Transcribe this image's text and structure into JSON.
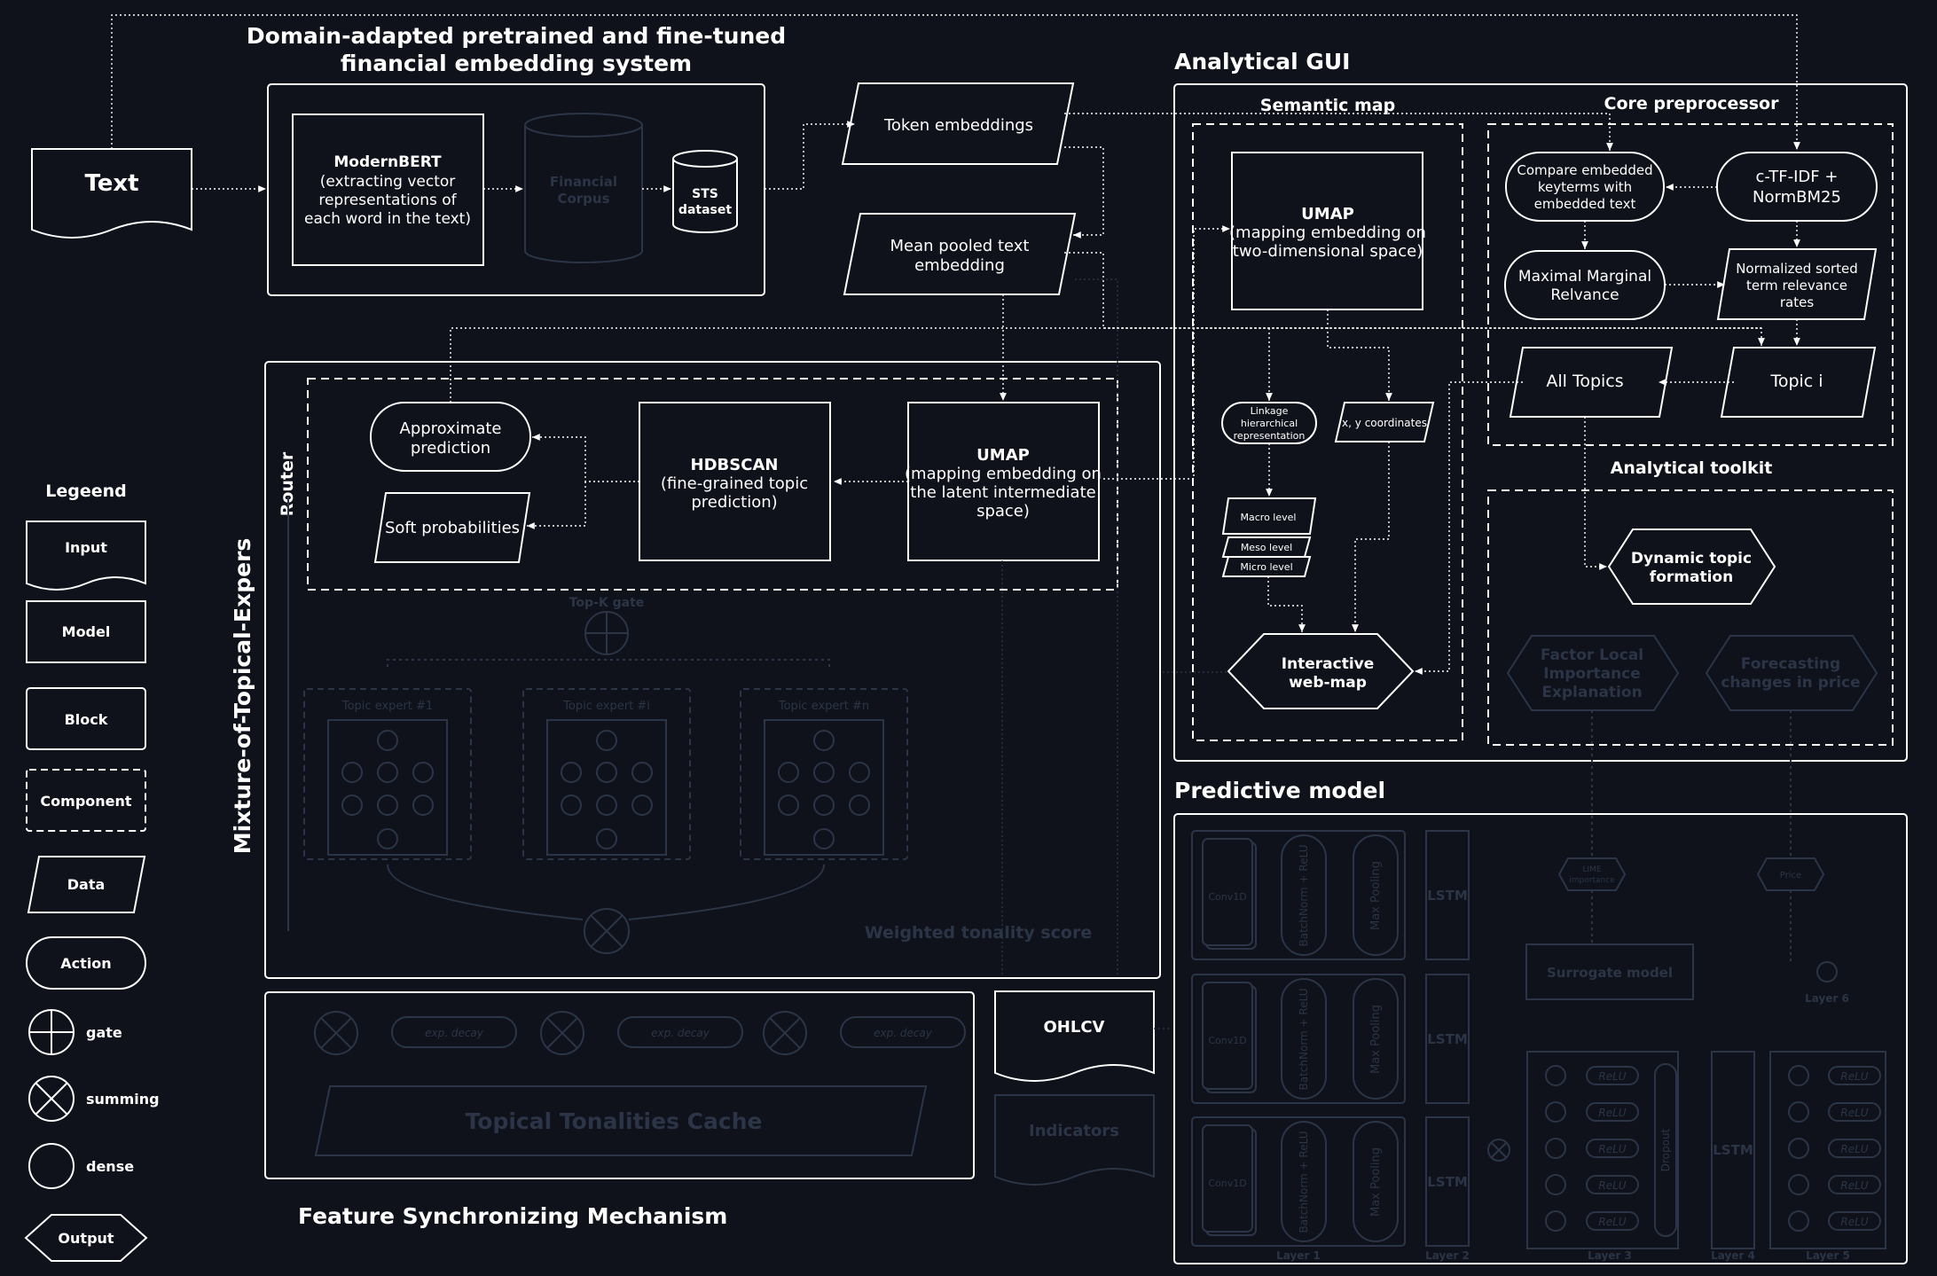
{
  "titles": {
    "embedding_system_line1": "Domain-adapted pretrained and fine-tuned",
    "embedding_system_line2": "financial embedding system",
    "analytical_gui": "Analytical GUI",
    "semantic_map": "Semantic map",
    "core_preprocessor": "Core preprocessor",
    "analytical_toolkit": "Analytical toolkit",
    "predictive_model": "Predictive model",
    "moe": "Mixture-of-Topical-Expers",
    "router": "Router",
    "feature_sync": "Feature Synchronizing Mechanism"
  },
  "nodes": {
    "text_input": "Text",
    "modernbert_title": "ModernBERT",
    "modernbert_l1": "(extracting vector",
    "modernbert_l2": "representations of",
    "modernbert_l3": "each word in the text)",
    "financial_corpus_l1": "Financial",
    "financial_corpus_l2": "Corpus",
    "sts_l1": "STS",
    "sts_l2": "dataset",
    "token_embeddings": "Token embeddings",
    "mean_pooled_l1": "Mean pooled text",
    "mean_pooled_l2": "embedding",
    "approx_pred_l1": "Approximate",
    "approx_pred_l2": "prediction",
    "soft_prob": "Soft probabilities",
    "hdbscan_title": "HDBSCAN",
    "hdbscan_l1": "(fine-grained topic",
    "hdbscan_l2": "prediction)",
    "umap_moe_title": "UMAP",
    "umap_moe_l1": "(mapping embedding on",
    "umap_moe_l2": "the latent intermediate",
    "umap_moe_l3": "space)",
    "topk_gate": "Top-K gate",
    "expert_1": "Topic expert #1",
    "expert_i": "Topic expert #i",
    "expert_n": "Topic expert #n",
    "weighted_score": "Weighted tonality score",
    "umap_gui_title": "UMAP",
    "umap_gui_l1": "(mapping embedding on",
    "umap_gui_l2": "two-dimensional space)",
    "linkage_l1": "Linkage",
    "linkage_l2": "hierarchical",
    "linkage_l3": "representation",
    "xy_coords": "x, y coordinates",
    "macro": "Macro level",
    "meso": "Meso level",
    "micro": "Micro level",
    "webmap_l1": "Interactive",
    "webmap_l2": "web-map",
    "compare_l1": "Compare embedded",
    "compare_l2": "keyterms with",
    "compare_l3": "embedded text",
    "ctfidf_l1": "c-TF-IDF +",
    "ctfidf_l2": "NormBM25",
    "mmr_l1": "Maximal Marginal",
    "mmr_l2": "Relvance",
    "norm_l1": "Normalized sorted",
    "norm_l2": "term relevance",
    "norm_l3": "rates",
    "all_topics": "All Topics",
    "topic_i": "Topic i",
    "dynamic_l1": "Dynamic topic",
    "dynamic_l2": "formation",
    "factor_l1": "Factor Local",
    "factor_l2": "Importance",
    "factor_l3": "Explanation",
    "forecast_l1": "Forecasting",
    "forecast_l2": "changes in price",
    "ohlcv": "OHLCV",
    "indicators": "Indicators",
    "cache": "Topical Tonalities Cache",
    "exp_decay": "exp. decay",
    "conv1d": "Conv1D",
    "batchnorm": "BatchNorm + ReLU",
    "maxpool": "Max Pooling",
    "lstm": "LSTM",
    "surrogate": "Surrogate model",
    "lime_l1": "LIME",
    "lime_l2": "importance",
    "price": "Price",
    "dropout": "Dropout",
    "relu": "ReLU",
    "layer1": "Layer 1",
    "layer2": "Layer 2",
    "layer3": "Layer 3",
    "layer4": "Layer 4",
    "layer5": "Layer 5",
    "layer6": "Layer 6"
  },
  "legend": {
    "title": "Legeend",
    "input": "Input",
    "model": "Model",
    "block": "Block",
    "component": "Component",
    "data": "Data",
    "action": "Action",
    "gate": "gate",
    "summing": "summing",
    "dense": "dense",
    "output": "Output"
  },
  "colors": {
    "background": "#0f121a",
    "foreground": "#ffffff",
    "dimmed": "#2b3547"
  }
}
